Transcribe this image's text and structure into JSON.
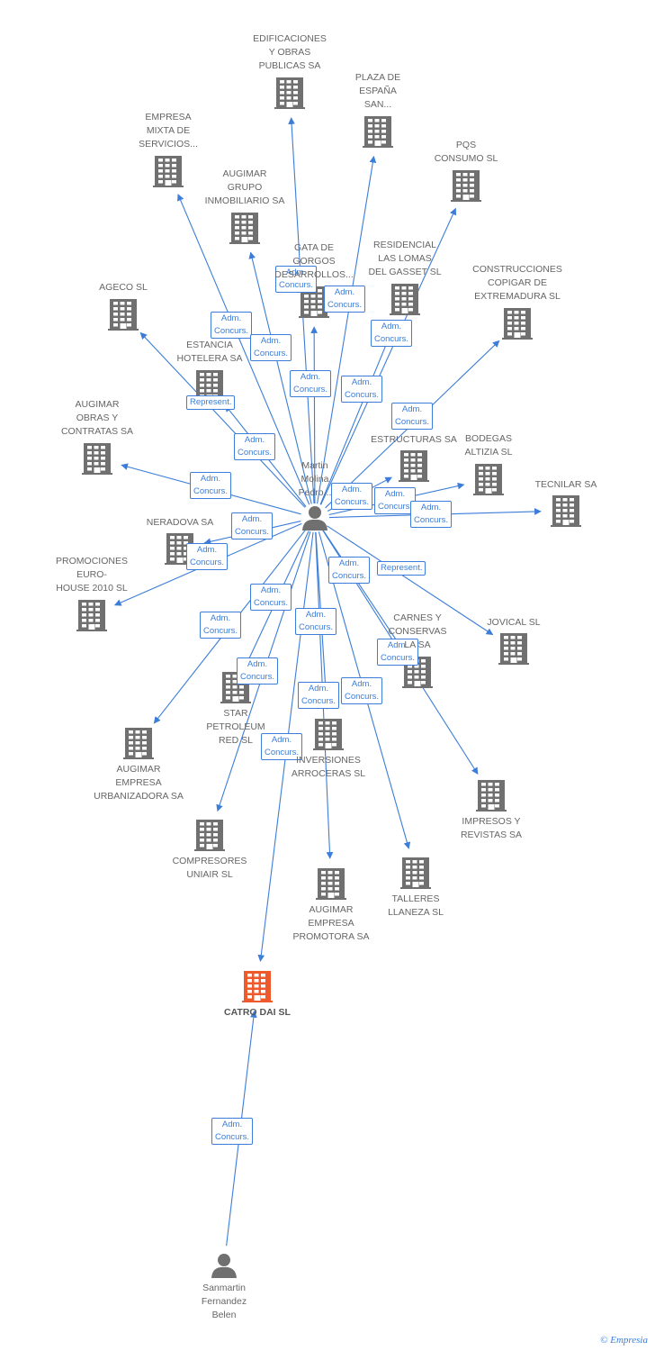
{
  "colors": {
    "edge": "#3b7dd8",
    "node": "#707070",
    "focus": "#ee5a2c",
    "label": "#666666"
  },
  "edge_label_short": {
    "admin": "Adm.\nConcurs.",
    "represent": "Represent."
  },
  "people": [
    {
      "id": "martin",
      "name": "Martin\nMolina\nPedro..."
    },
    {
      "id": "sanmartin",
      "name": "Sanmartin\nFernandez\nBelen"
    }
  ],
  "companies": [
    {
      "id": "edificaciones",
      "name": "EDIFICACIONES\nY OBRAS\nPUBLICAS SA"
    },
    {
      "id": "plaza",
      "name": "PLAZA DE\nESPAÑA\nSAN..."
    },
    {
      "id": "empresa_mixta",
      "name": "EMPRESA\nMIXTA DE\nSERVICIOS..."
    },
    {
      "id": "pqs",
      "name": "PQS\nCONSUMO SL"
    },
    {
      "id": "augimar_grupo",
      "name": "AUGIMAR\nGRUPO\nINMOBILIARIO SA"
    },
    {
      "id": "gata",
      "name": "GATA DE\nGORGOS\nDESARROLLOS..."
    },
    {
      "id": "residencial",
      "name": "RESIDENCIAL\nLAS LOMAS\nDEL GASSET SL"
    },
    {
      "id": "construcciones",
      "name": "CONSTRUCCIONES\nCOPIGAR DE\nEXTREMADURA SL"
    },
    {
      "id": "ageco",
      "name": "AGECO SL"
    },
    {
      "id": "estancia",
      "name": "ESTANCIA\nHOTELERA SA"
    },
    {
      "id": "augimar_obras",
      "name": "AUGIMAR\nOBRAS Y\nCONTRATAS SA"
    },
    {
      "id": "estructuras",
      "name": "ESTRUCTURAS SA"
    },
    {
      "id": "bodegas",
      "name": "BODEGAS\nALTIZIA SL"
    },
    {
      "id": "tecnilar",
      "name": "TECNILAR SA"
    },
    {
      "id": "neradova",
      "name": "NERADOVA SA"
    },
    {
      "id": "promociones",
      "name": "PROMOCIONES\nEURO-\nHOUSE 2010 SL"
    },
    {
      "id": "carnes",
      "name": "CARNES Y\nCONSERVAS\nLA SA"
    },
    {
      "id": "jovical",
      "name": "JOVICAL SL"
    },
    {
      "id": "star",
      "name": "STAR\nPETROLEUM\nRED SL"
    },
    {
      "id": "inversiones",
      "name": "INVERSIONES\nARROCERAS SL"
    },
    {
      "id": "augimar_urban",
      "name": "AUGIMAR\nEMPRESA\nURBANIZADORA SA"
    },
    {
      "id": "impresos",
      "name": "IMPRESOS Y\nREVISTAS SA"
    },
    {
      "id": "compresores",
      "name": "COMPRESORES\nUNIAIR SL"
    },
    {
      "id": "talleres",
      "name": "TALLERES\nLLANEZA SL"
    },
    {
      "id": "augimar_prom",
      "name": "AUGIMAR\nEMPRESA\nPROMOTORA SA"
    },
    {
      "id": "catro",
      "name": "CATRO DAI SL",
      "focus": true
    }
  ],
  "relations": [
    {
      "from": "martin",
      "to": "edificaciones",
      "type": "admin"
    },
    {
      "from": "martin",
      "to": "plaza",
      "type": "admin"
    },
    {
      "from": "martin",
      "to": "empresa_mixta",
      "type": "admin"
    },
    {
      "from": "martin",
      "to": "pqs",
      "type": "admin"
    },
    {
      "from": "martin",
      "to": "augimar_grupo",
      "type": "admin"
    },
    {
      "from": "martin",
      "to": "gata",
      "type": "admin"
    },
    {
      "from": "martin",
      "to": "residencial",
      "type": "admin"
    },
    {
      "from": "martin",
      "to": "construcciones",
      "type": "admin"
    },
    {
      "from": "martin",
      "to": "ageco",
      "type": "represent"
    },
    {
      "from": "martin",
      "to": "estancia",
      "type": "admin"
    },
    {
      "from": "martin",
      "to": "augimar_obras",
      "type": "admin"
    },
    {
      "from": "martin",
      "to": "estructuras",
      "type": "admin"
    },
    {
      "from": "martin",
      "to": "bodegas",
      "type": "admin"
    },
    {
      "from": "martin",
      "to": "tecnilar",
      "type": "admin"
    },
    {
      "from": "martin",
      "to": "neradova",
      "type": "admin"
    },
    {
      "from": "martin",
      "to": "promociones",
      "type": "admin"
    },
    {
      "from": "martin",
      "to": "carnes",
      "type": "admin"
    },
    {
      "from": "martin",
      "to": "jovical",
      "type": "represent"
    },
    {
      "from": "martin",
      "to": "star",
      "type": "admin"
    },
    {
      "from": "martin",
      "to": "inversiones",
      "type": "admin"
    },
    {
      "from": "martin",
      "to": "augimar_urban",
      "type": "admin"
    },
    {
      "from": "martin",
      "to": "impresos",
      "type": "admin"
    },
    {
      "from": "martin",
      "to": "compresores",
      "type": "admin"
    },
    {
      "from": "martin",
      "to": "talleres",
      "type": "admin"
    },
    {
      "from": "martin",
      "to": "augimar_prom",
      "type": "admin"
    },
    {
      "from": "martin",
      "to": "catro",
      "type": "admin"
    },
    {
      "from": "sanmartin",
      "to": "catro",
      "type": "admin"
    }
  ],
  "copyright": "© Empresia"
}
